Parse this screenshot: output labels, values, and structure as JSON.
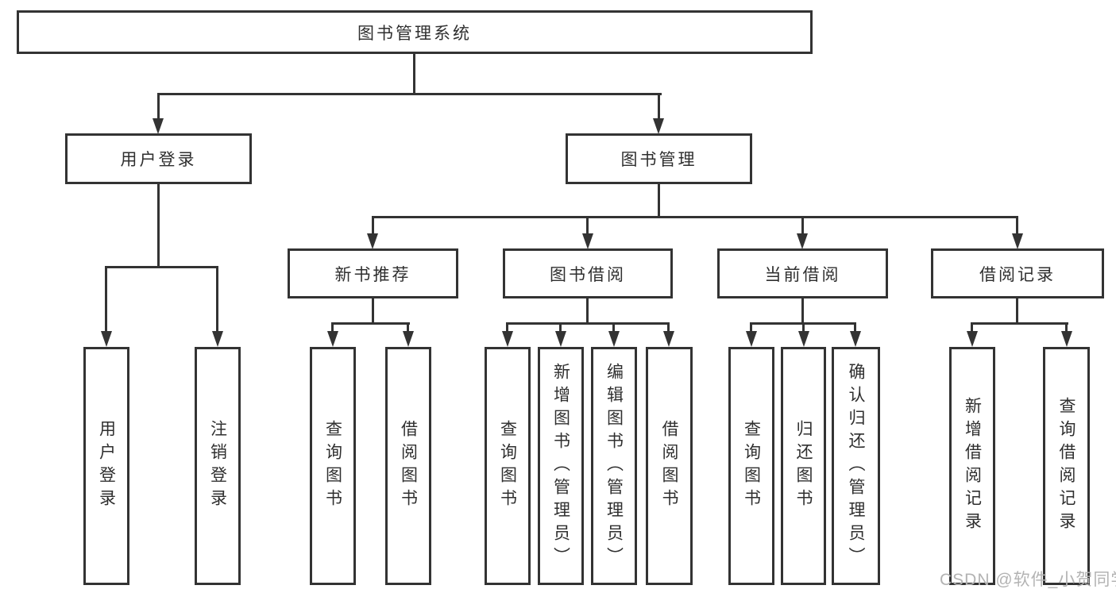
{
  "tree": {
    "label": "图书管理系统",
    "children": [
      {
        "label": "用户登录",
        "children": [
          {
            "label": "用户登录"
          },
          {
            "label": "注销登录"
          }
        ]
      },
      {
        "label": "图书管理",
        "children": [
          {
            "label": "新书推荐",
            "children": [
              {
                "label": "查询图书"
              },
              {
                "label": "借阅图书"
              }
            ]
          },
          {
            "label": "图书借阅",
            "children": [
              {
                "label": "查询图书"
              },
              {
                "label": "新增图书（管理员）"
              },
              {
                "label": "编辑图书（管理员）"
              },
              {
                "label": "借阅图书"
              }
            ]
          },
          {
            "label": "当前借阅",
            "children": [
              {
                "label": "查询图书"
              },
              {
                "label": "归还图书"
              },
              {
                "label": "确认归还（管理员）"
              }
            ]
          },
          {
            "label": "借阅记录",
            "children": [
              {
                "label": "新增借阅记录"
              },
              {
                "label": "查询借阅记录"
              }
            ]
          }
        ]
      }
    ]
  },
  "watermark": {
    "text": "CSDN @软件_小贺同学",
    "color": "#b3b3b3"
  },
  "colors": {
    "line": "#333333",
    "text": "#2f2f2f",
    "background": "#ffffff"
  }
}
